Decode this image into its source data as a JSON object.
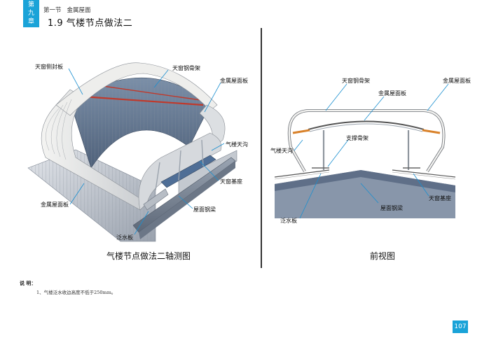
{
  "header": {
    "chapter_tab": [
      "第",
      "九",
      "章"
    ],
    "section": "第一节",
    "section_name": "金属屋面",
    "title": "1.9 气楼节点做法二"
  },
  "left_figure": {
    "caption": "气楼节点做法二轴测图",
    "labels": {
      "side_panel": "天窗侧封板",
      "steel_frame": "天窗钢骨架",
      "metal_roof_top": "金属屋面板",
      "gutter": "气楼天沟",
      "base": "天窗基座",
      "metal_roof_bottom": "金属屋面板",
      "roof_beam": "屋面钢梁",
      "flashing": "泛水板"
    }
  },
  "right_figure": {
    "caption": "前视图",
    "labels": {
      "steel_frame": "天窗钢骨架",
      "metal_roof_mid": "金属屋面板",
      "metal_roof_right": "金属屋面板",
      "gutter": "气楼天沟",
      "support": "支撑骨架",
      "base": "天窗基座",
      "roof_beam": "屋面钢梁",
      "flashing": "泛水板"
    }
  },
  "notes": {
    "heading": "说 明：",
    "item_1": "1、气楼泛水收边高度不低于250mm。"
  },
  "page_number": "107",
  "colors": {
    "accent": "#1aa3d8",
    "leader": "#1a8fd0"
  }
}
